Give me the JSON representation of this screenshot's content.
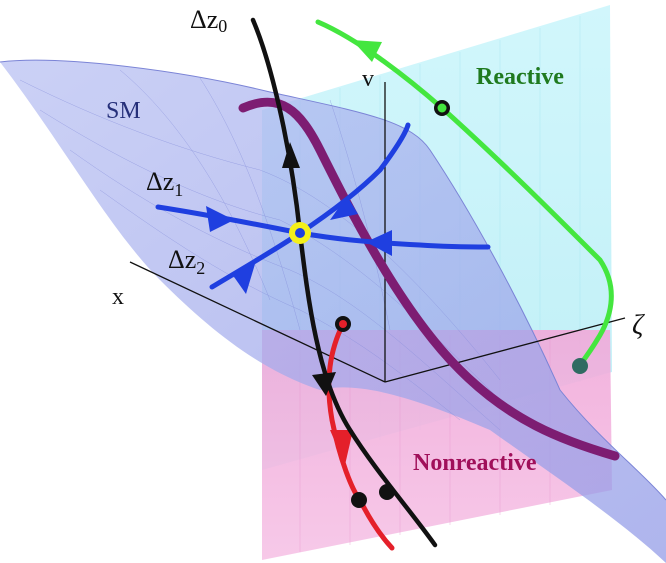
{
  "labels": {
    "dz0_main": "Δz",
    "dz0_sub": "0",
    "v_axis": "v",
    "reactive": "Reactive",
    "sm": "SM",
    "dz1_main": "Δz",
    "dz1_sub": "1",
    "dz2_main": "Δz",
    "dz2_sub": "2",
    "x_axis": "x",
    "zeta_axis": "ζ",
    "nonreactive": "Nonreactive"
  },
  "colors": {
    "reactive_text": "#1f7a1f",
    "nonreactive_text": "#a0105a",
    "surface_purple": "#9da6ea",
    "plane_cyan": "#bfeff6",
    "plane_pink": "#f2b6dd",
    "curve_purple": "#7a1f6e",
    "curve_blue": "#1f3fe0",
    "curve_green": "#3fe23f",
    "curve_red": "#e8202a",
    "curve_black": "#111111",
    "saddle_yellow": "#f4f01a"
  }
}
